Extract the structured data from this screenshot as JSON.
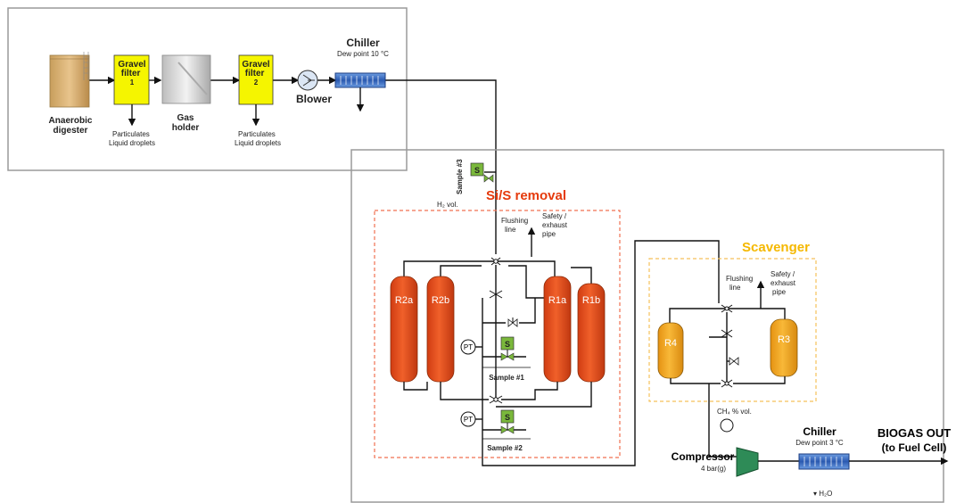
{
  "upstream": {
    "digester": "Anaerobic digester",
    "gravel_filter_1": {
      "name": "Gravel filter",
      "number": "1"
    },
    "gravel_filter_2": {
      "name": "Gravel filter",
      "number": "2"
    },
    "gas_holder": "Gas holder",
    "blower": "Blower",
    "chiller": {
      "title": "Chiller",
      "subtitle": "Dew point 10 °C"
    },
    "particulates": "Particulates",
    "liquid_droplets": "Liquid droplets"
  },
  "sis_removal": {
    "title": "Si/S removal",
    "h_label": "H₂ vol.",
    "flushing_line": "Flushing line",
    "safety_pipe": "Safety / exhaust pipe",
    "reactors": [
      "R2a",
      "R2b",
      "R1a",
      "R1b"
    ],
    "sample_1": "Sample #1",
    "sample_2": "Sample #2",
    "sample_3": "Sample #3",
    "pt": "PT",
    "s": "S"
  },
  "scavenger": {
    "title": "Scavenger",
    "flushing_line": "Flushing line",
    "safety_pipe": "Safety / exhaust pipe",
    "reactors": [
      "R4",
      "R3"
    ]
  },
  "downstream": {
    "ch4_label": "CH₄ % vol.",
    "compressor": {
      "title": "Compressor",
      "subtitle": "4 bar(g)"
    },
    "chiller": {
      "title": "Chiller",
      "subtitle": "Dew point 3 °C"
    },
    "outlet": {
      "line1": "BIOGAS OUT",
      "line2": "(to Fuel Cell)"
    },
    "h_label": "H₂O"
  },
  "colors": {
    "filter": "#f5f500",
    "reactor_red": "#e0481b",
    "reactor_orange": "#f5a31b",
    "sis_border": "#f07050",
    "scavenger_border": "#f5c15a",
    "scavenger_title": "#f5b800",
    "sis_title": "#e53a0c",
    "sample_green": "#7ab83b",
    "chiller_blue": "#3a6fc8"
  }
}
